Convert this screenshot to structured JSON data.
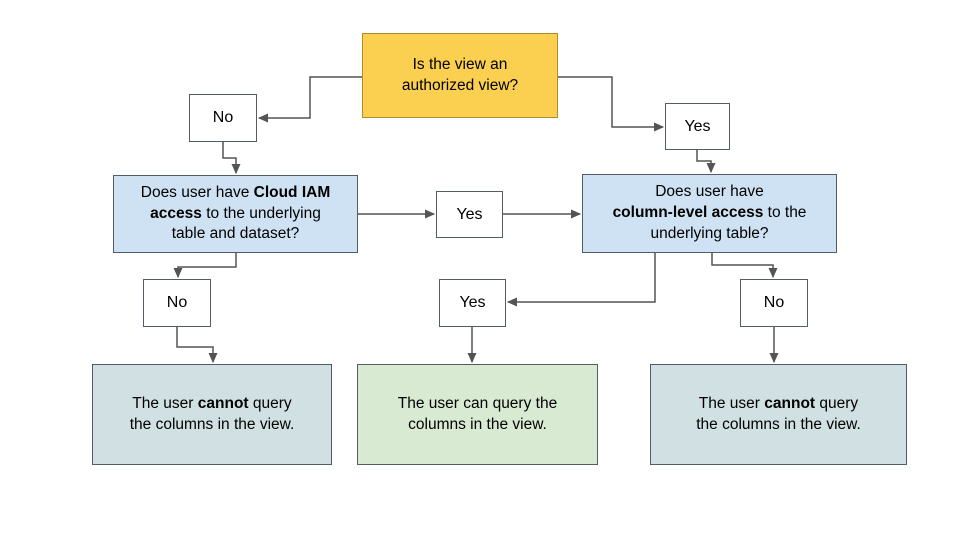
{
  "colors": {
    "yellow": "#fbcf4f",
    "yellow-border": "#b08c2a",
    "blue": "#cfe2f3",
    "cyan": "#d0e0e3",
    "green": "#d9ead3",
    "node-border": "#525d68",
    "line": "#545454"
  },
  "nodes": {
    "root": {
      "lines": [
        [
          {
            "t": "Is the view an"
          }
        ],
        [
          {
            "t": "authorized view?"
          }
        ]
      ]
    },
    "no_topleft": {
      "lines": [
        [
          {
            "t": "No"
          }
        ]
      ]
    },
    "yes_topright": {
      "lines": [
        [
          {
            "t": "Yes"
          }
        ]
      ]
    },
    "q_iam": {
      "lines": [
        [
          {
            "t": "Does user have "
          },
          {
            "t": "Cloud IAM",
            "b": true
          }
        ],
        [
          {
            "t": "access",
            "b": true
          },
          {
            "t": " to the underlying"
          }
        ],
        [
          {
            "t": "table and dataset?"
          }
        ]
      ]
    },
    "yes_mid": {
      "lines": [
        [
          {
            "t": "Yes"
          }
        ]
      ]
    },
    "q_col": {
      "lines": [
        [
          {
            "t": "Does user have"
          }
        ],
        [
          {
            "t": "column-level access",
            "b": true
          },
          {
            "t": " to the"
          }
        ],
        [
          {
            "t": "underlying table?"
          }
        ]
      ]
    },
    "no_bottomleft": {
      "lines": [
        [
          {
            "t": "No"
          }
        ]
      ]
    },
    "yes_bottom": {
      "lines": [
        [
          {
            "t": "Yes"
          }
        ]
      ]
    },
    "no_bottomright": {
      "lines": [
        [
          {
            "t": "No"
          }
        ]
      ]
    },
    "result_left": {
      "lines": [
        [
          {
            "t": "The user "
          },
          {
            "t": "cannot",
            "b": true
          },
          {
            "t": " query"
          }
        ],
        [
          {
            "t": "the columns in the view."
          }
        ]
      ]
    },
    "result_mid": {
      "lines": [
        [
          {
            "t": "The user can query the"
          }
        ],
        [
          {
            "t": "columns in the view."
          }
        ]
      ]
    },
    "result_right": {
      "lines": [
        [
          {
            "t": "The user "
          },
          {
            "t": "cannot",
            "b": true
          },
          {
            "t": " query"
          }
        ],
        [
          {
            "t": "the columns in the view."
          }
        ]
      ]
    }
  }
}
